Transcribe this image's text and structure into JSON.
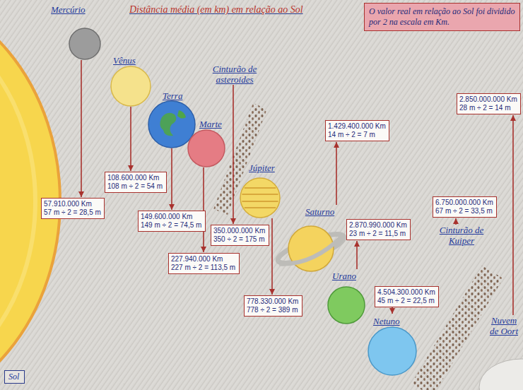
{
  "diagram": {
    "title": "Distância média (em km) em relação ao Sol",
    "nodes": [
      {
        "text": [
          "O valor real em relação ao Sol foi dividido por 2 na escala em Km."
        ]
      },
      {
        "text": [
          "Mercúrio"
        ]
      },
      {
        "text": [
          "Vênus"
        ]
      },
      {
        "text": [
          "Terra"
        ]
      },
      {
        "text": [
          "Marte"
        ]
      },
      {
        "text": [
          "Cinturão de asteroides"
        ]
      },
      {
        "text": [
          "Júpiter"
        ]
      },
      {
        "text": [
          "Saturno"
        ]
      },
      {
        "text": [
          "Urano"
        ]
      },
      {
        "text": [
          "Netuno"
        ]
      },
      {
        "text": [
          "Cinturão de Kuiper"
        ]
      },
      {
        "text": [
          "Nuvem de Oort"
        ]
      },
      {
        "text": [
          "57.910.000 Km",
          "57 m ÷ 2 = 28,5 m"
        ]
      },
      {
        "text": [
          "108.600.000 Km",
          "108 m ÷ 2 = 54 m"
        ]
      },
      {
        "text": [
          "149.600.000 Km",
          "149 m ÷ 2 = 74,5 m"
        ]
      },
      {
        "text": [
          "227.940.000 Km",
          "227 m ÷ 2 = 113,5 m"
        ]
      },
      {
        "text": [
          "350.000.000 Km",
          "350 ÷ 2 = 175 m"
        ]
      },
      {
        "text": [
          "778.330.000 Km",
          "778 ÷ 2 = 389 m"
        ]
      },
      {
        "text": [
          "1.429.400.000 Km",
          "14 m ÷ 2 = 7 m"
        ]
      },
      {
        "text": [
          "2.870.990.000 Km",
          "23 m ÷ 2 = 11,5 m"
        ]
      },
      {
        "text": [
          "4.504.300.000 Km",
          "45 m ÷ 2 = 22,5 m"
        ]
      },
      {
        "text": [
          "6.750.000.000 Km",
          "67 m ÷ 2 = 33,5 m"
        ]
      },
      {
        "text": [
          "2.850.000.000 Km",
          "28 m ÷ 2 = 14 m"
        ]
      },
      {
        "text": [
          "Sol"
        ]
      }
    ],
    "edges": [
      {
        "from": 1,
        "to": 12,
        "arrow": "to"
      },
      {
        "from": 2,
        "to": 13,
        "arrow": "to"
      },
      {
        "from": 3,
        "to": 14,
        "arrow": "to"
      },
      {
        "from": 4,
        "to": 15,
        "arrow": "to"
      },
      {
        "from": 5,
        "to": 16,
        "arrow": "to"
      },
      {
        "from": 6,
        "to": 17,
        "arrow": "to"
      },
      {
        "from": 7,
        "to": 18,
        "arrow": "to"
      },
      {
        "from": 8,
        "to": 19,
        "arrow": "to"
      },
      {
        "from": 20,
        "to": 9,
        "arrow": "to"
      },
      {
        "from": 10,
        "to": 21,
        "arrow": "to"
      },
      {
        "from": 11,
        "to": 22,
        "arrow": "to"
      }
    ]
  }
}
